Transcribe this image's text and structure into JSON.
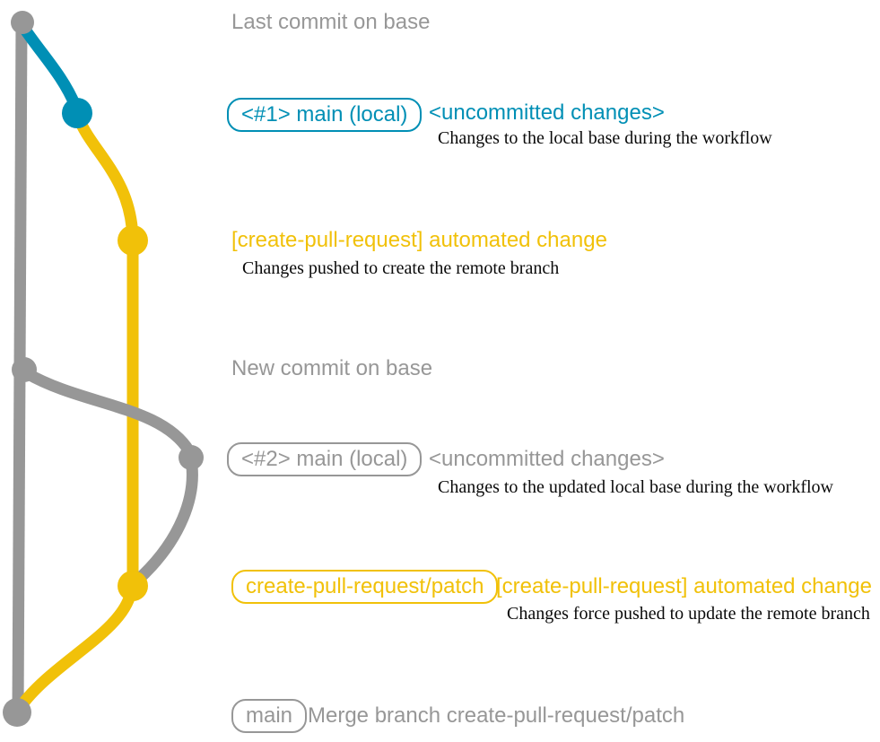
{
  "colors": {
    "gray": "#979797",
    "teal": "#008fb5",
    "yellow": "#f1c109",
    "ink": "#0a0a0a"
  },
  "graph": {
    "type": "git-commit-graph",
    "commit_dots": 7,
    "branch_colors": [
      "gray",
      "teal",
      "yellow"
    ]
  },
  "annotations": {
    "row1": {
      "text": "Last commit on base"
    },
    "row2": {
      "tag": "<#1> main (local)",
      "note": "<uncommitted changes>",
      "desc": "Changes to the local base during the workflow"
    },
    "row3": {
      "note": "[create-pull-request] automated change",
      "desc": "Changes pushed to create the remote branch"
    },
    "row4": {
      "text": "New commit on base"
    },
    "row5": {
      "tag": "<#2> main (local)",
      "note": "<uncommitted changes>",
      "desc": "Changes to the updated local base during the workflow"
    },
    "row6": {
      "tag": "create-pull-request/patch",
      "note": "[create-pull-request] automated change",
      "desc": "Changes force pushed to update the remote branch"
    },
    "row7": {
      "tag": "main",
      "note": "Merge branch create-pull-request/patch"
    }
  }
}
